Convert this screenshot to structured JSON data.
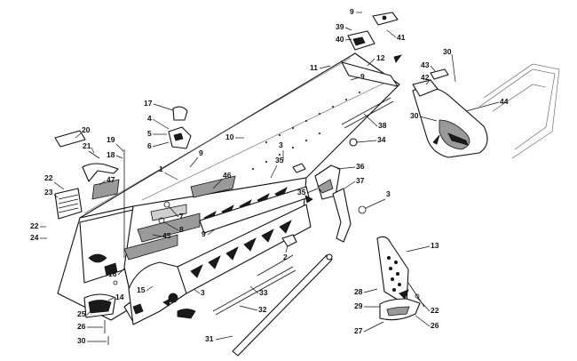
{
  "callouts": {
    "c1": "1",
    "c2": "2",
    "c3a": "3",
    "c3b": "3",
    "c3c": "3",
    "c4": "4",
    "c5": "5",
    "c6": "6",
    "c7": "7",
    "c8": "8",
    "c9a": "9",
    "c9b": "9",
    "c9c": "9",
    "c9d": "9",
    "c10": "10",
    "c11": "11",
    "c12": "12",
    "c13": "13",
    "c14": "14",
    "c15": "15",
    "c16": "16",
    "c17": "17",
    "c18": "18",
    "c19": "19",
    "c20": "20",
    "c21": "21",
    "c22a": "22",
    "c22b": "22",
    "c22c": "22",
    "c23": "23",
    "c24": "24",
    "c25": "25",
    "c26a": "26",
    "c26b": "26",
    "c27": "27",
    "c28": "28",
    "c29": "29",
    "c30a": "30",
    "c30b": "30",
    "c30c": "30",
    "c31": "31",
    "c32": "32",
    "c33": "33",
    "c34": "34",
    "c35a": "35",
    "c35b": "35",
    "c36": "36",
    "c37": "37",
    "c38": "38",
    "c39": "39",
    "c40": "40",
    "c41": "41",
    "c42": "42",
    "c43": "43",
    "c44": "44",
    "c45": "45",
    "c46": "46",
    "c47": "47"
  }
}
